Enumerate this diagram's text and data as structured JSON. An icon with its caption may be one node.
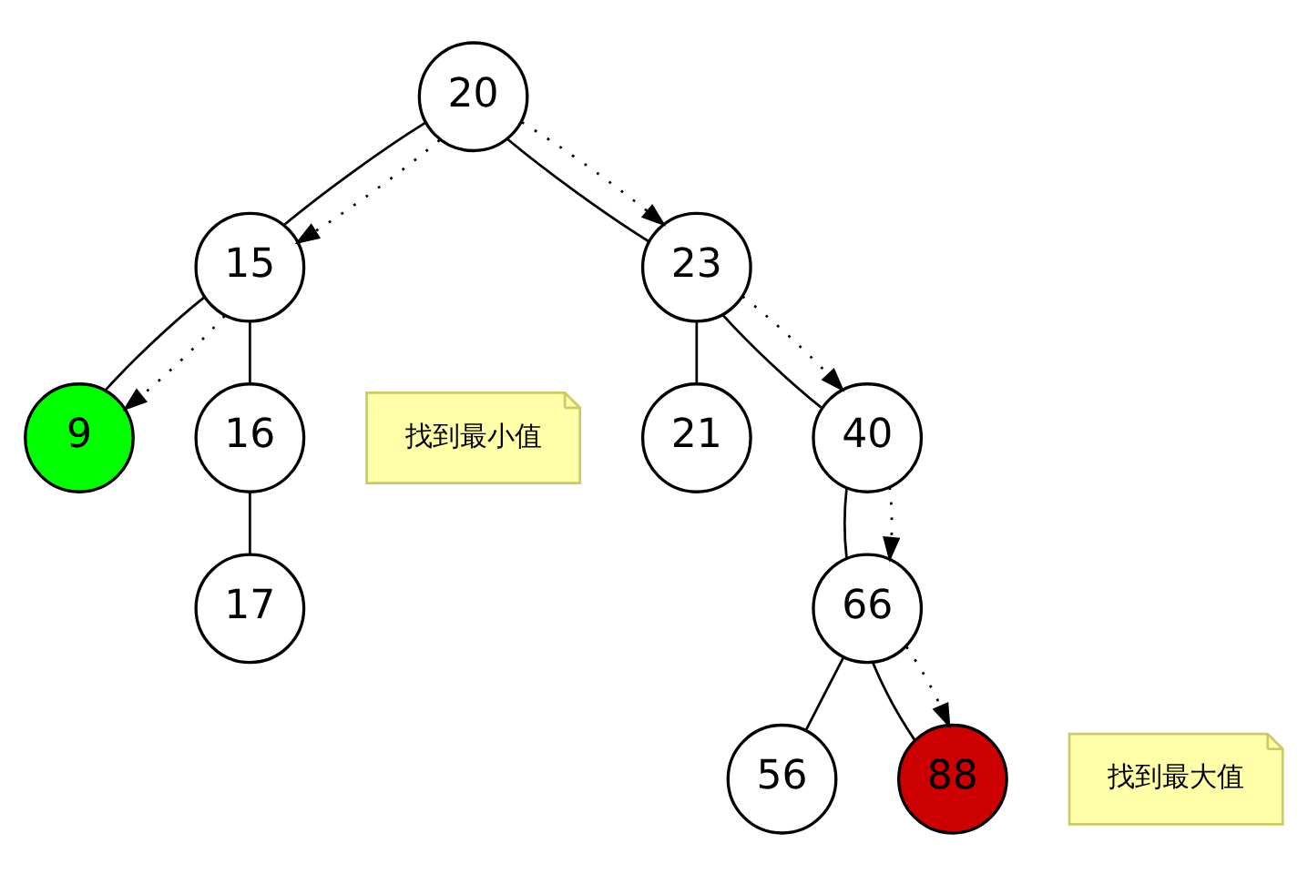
{
  "diagram": {
    "nodes": [
      {
        "text": [
          "20"
        ]
      },
      {
        "text": [
          "15"
        ]
      },
      {
        "text": [
          "23"
        ]
      },
      {
        "text": [
          "9"
        ]
      },
      {
        "text": [
          "16"
        ]
      },
      {
        "text": [
          "21"
        ]
      },
      {
        "text": [
          "40"
        ]
      },
      {
        "text": [
          "17"
        ]
      },
      {
        "text": [
          "66"
        ]
      },
      {
        "text": [
          "56"
        ]
      },
      {
        "text": [
          "88"
        ]
      },
      {
        "text": [
          "找到最小值"
        ]
      },
      {
        "text": [
          "找到最大值"
        ]
      }
    ],
    "edges": [
      {
        "from": 0,
        "to": 1,
        "arrow": "none"
      },
      {
        "from": 0,
        "to": 2,
        "arrow": "none"
      },
      {
        "from": 1,
        "to": 3,
        "arrow": "none"
      },
      {
        "from": 1,
        "to": 4,
        "arrow": "none"
      },
      {
        "from": 2,
        "to": 5,
        "arrow": "none"
      },
      {
        "from": 2,
        "to": 6,
        "arrow": "none"
      },
      {
        "from": 4,
        "to": 7,
        "arrow": "none"
      },
      {
        "from": 6,
        "to": 8,
        "arrow": "none"
      },
      {
        "from": 8,
        "to": 9,
        "arrow": "none"
      },
      {
        "from": 8,
        "to": 10,
        "arrow": "none"
      },
      {
        "from": 0,
        "to": 1,
        "arrow": "to",
        "style": "dashed"
      },
      {
        "from": 1,
        "to": 3,
        "arrow": "to",
        "style": "dashed"
      },
      {
        "from": 0,
        "to": 2,
        "arrow": "to",
        "style": "dashed"
      },
      {
        "from": 2,
        "to": 6,
        "arrow": "to",
        "style": "dashed"
      },
      {
        "from": 6,
        "to": 8,
        "arrow": "to",
        "style": "dashed"
      },
      {
        "from": 8,
        "to": 10,
        "arrow": "to",
        "style": "dashed"
      }
    ]
  }
}
